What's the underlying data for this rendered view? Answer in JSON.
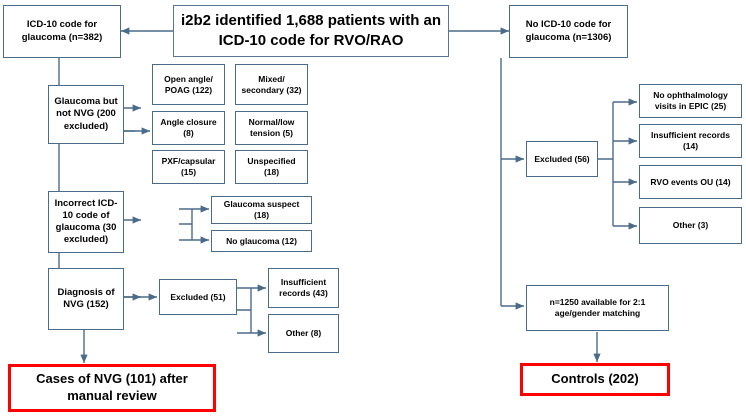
{
  "figure": {
    "type": "flowchart",
    "description": "CONSORT-style patient selection flow diagram for NVG cases and controls identified from i2b2 by ICD-10 codes for RVO/RAO",
    "colors": {
      "box_border": "#4a6b8a",
      "connector": "#4a6b8a",
      "highlight_border": "#ff0000",
      "text": "#000000",
      "background": "#ffffff"
    }
  },
  "nodes": {
    "root": {
      "label": "i2b2 identified 1,688 patients with an ICD-10 code for RVO/RAO",
      "count": 1688
    },
    "glaucoma_code": {
      "label": "ICD-10 code for glaucoma (n=382)",
      "count": 382
    },
    "no_glaucoma_code": {
      "label": "No ICD-10 code for glaucoma (n=1306)",
      "count": 1306
    },
    "glaucoma_not_nvg": {
      "label": "Glaucoma but not NVG (200 excluded)",
      "count": 200
    },
    "incorrect_code": {
      "label": "Incorrect ICD-10 code of glaucoma (30 excluded)",
      "count": 30
    },
    "diagnosis_nvg": {
      "label": "Diagnosis of NVG (152)",
      "count": 152
    },
    "excluded_51": {
      "label": "Excluded (51)",
      "count": 51
    },
    "excluded_56": {
      "label": "Excluded (56)",
      "count": 56
    },
    "available_matching": {
      "label": "n=1250 available for 2:1 age/gender matching",
      "count": 1250
    },
    "cases_final": {
      "label": "Cases of NVG (101) after manual review",
      "count": 101
    },
    "controls_final": {
      "label": "Controls (202)",
      "count": 202
    }
  },
  "glaucoma_subtypes": [
    {
      "label": "Open angle/ POAG (122)",
      "count": 122
    },
    {
      "label": "Mixed/ secondary (32)",
      "count": 32
    },
    {
      "label": "Angle closure (8)",
      "count": 8
    },
    {
      "label": "Normal/low tension (5)",
      "count": 5
    },
    {
      "label": "PXF/capsular (15)",
      "count": 15
    },
    {
      "label": "Unspecified (18)",
      "count": 18
    }
  ],
  "incorrect_code_reasons": [
    {
      "label": "Glaucoma suspect (18)",
      "count": 18
    },
    {
      "label": "No glaucoma (12)",
      "count": 12
    }
  ],
  "nvg_exclusion_reasons": [
    {
      "label": "Insufficient records (43)",
      "count": 43
    },
    {
      "label": "Other (8)",
      "count": 8
    }
  ],
  "control_exclusion_reasons": [
    {
      "label": "No ophthalmology visits in EPIC (25)",
      "count": 25
    },
    {
      "label": "Insufficient records (14)",
      "count": 14
    },
    {
      "label": "RVO events OU (14)",
      "count": 14
    },
    {
      "label": "Other (3)",
      "count": 3
    }
  ]
}
